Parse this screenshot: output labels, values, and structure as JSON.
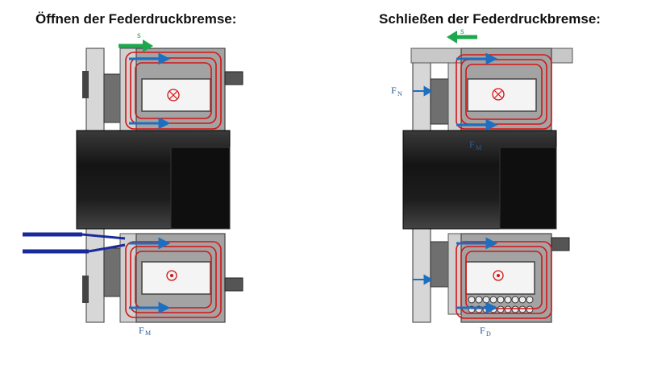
{
  "titles": {
    "left": "Öffnen der Federdruckbremse:",
    "right": "Schließen der  Federdruckbremse:"
  },
  "labels": {
    "s": "s",
    "fn_main": "F",
    "fn_sub": "N",
    "fm_main": "F",
    "fm_sub": "M",
    "fd_main": "F",
    "fd_sub": "D"
  },
  "colors": {
    "flux": "#d41414",
    "force": "#1f6fc0",
    "travel": "#1ea84e",
    "hub": "#1c1c1c",
    "housing": "#a8a8a8",
    "cable": "#1a2a9a",
    "label": "#2a5d9a"
  },
  "icons": {
    "coil_current_in": "cross-circle",
    "coil_current_out": "dot-circle"
  }
}
